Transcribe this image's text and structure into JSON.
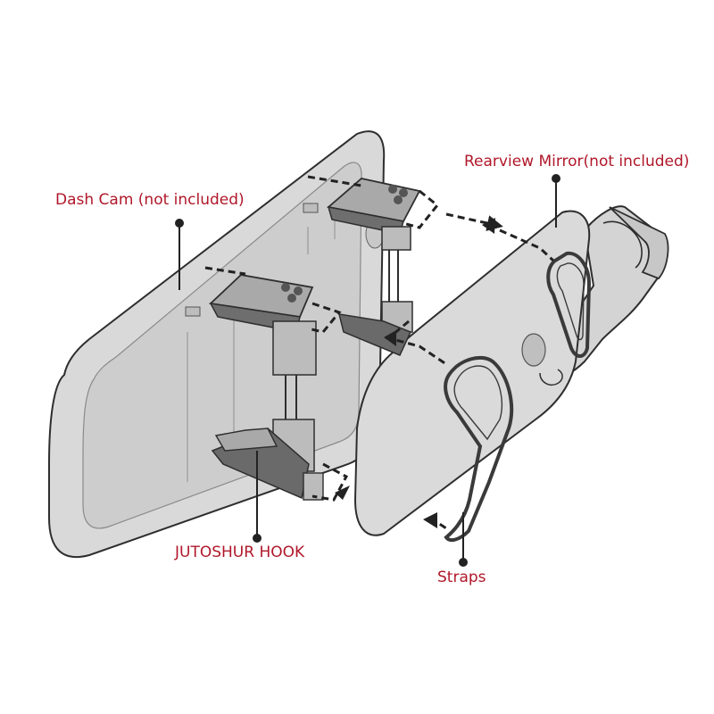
{
  "diagram": {
    "labels": {
      "dash_cam": "Dash Cam (not included)",
      "rearview_mirror": "Rearview Mirror(not included)",
      "hook": "JUTOSHUR HOOK",
      "straps": "Straps"
    },
    "colors": {
      "label_text": "#b0182a",
      "outline": "#2e2e2e",
      "body_fill": "#d6d6d6",
      "face_fill": "#c9c9c9",
      "hook_dark": "#6a6a6a",
      "hook_light": "#a9a9a9",
      "background": "#ffffff"
    }
  }
}
